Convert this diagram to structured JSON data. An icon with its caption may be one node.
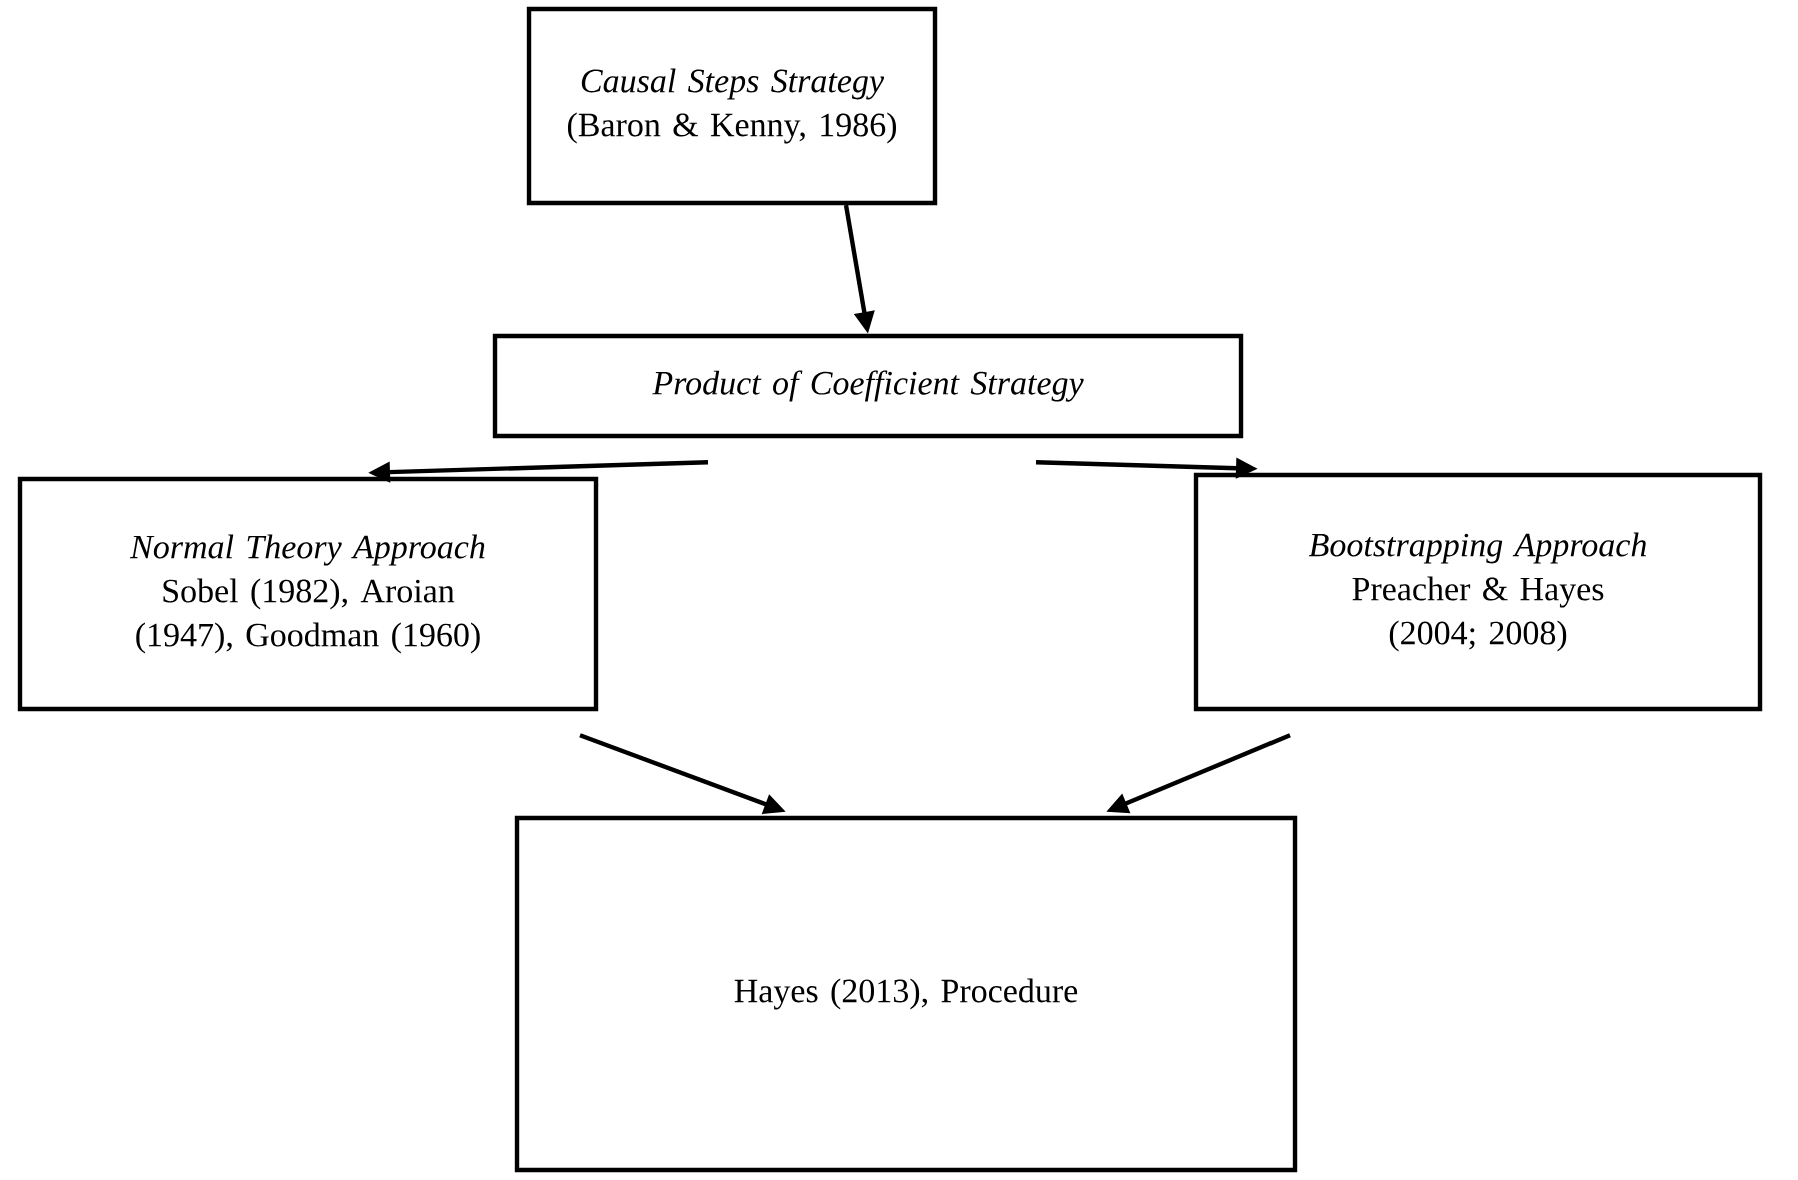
{
  "diagram": {
    "nodes": [
      {
        "text": [
          "Causal Steps Strategy",
          "(Baron & Kenny, 1986)"
        ]
      },
      {
        "text": [
          "Product of Coefficient Strategy"
        ]
      },
      {
        "text": [
          "Normal Theory Approach",
          "Sobel (1982), Aroian (1947), Goodman (1960)"
        ]
      },
      {
        "text": [
          "Bootstrapping Approach",
          "Preacher & Hayes (2004; 2008)"
        ]
      },
      {
        "text": [
          "Hayes (2013), Procedure"
        ]
      }
    ],
    "edges": [
      {
        "from": 0,
        "to": 1,
        "arrow": "to"
      },
      {
        "from": 1,
        "to": 2,
        "arrow": "to"
      },
      {
        "from": 1,
        "to": 3,
        "arrow": "to"
      },
      {
        "from": 2,
        "to": 4,
        "arrow": "to"
      },
      {
        "from": 3,
        "to": 4,
        "arrow": "to"
      }
    ]
  }
}
